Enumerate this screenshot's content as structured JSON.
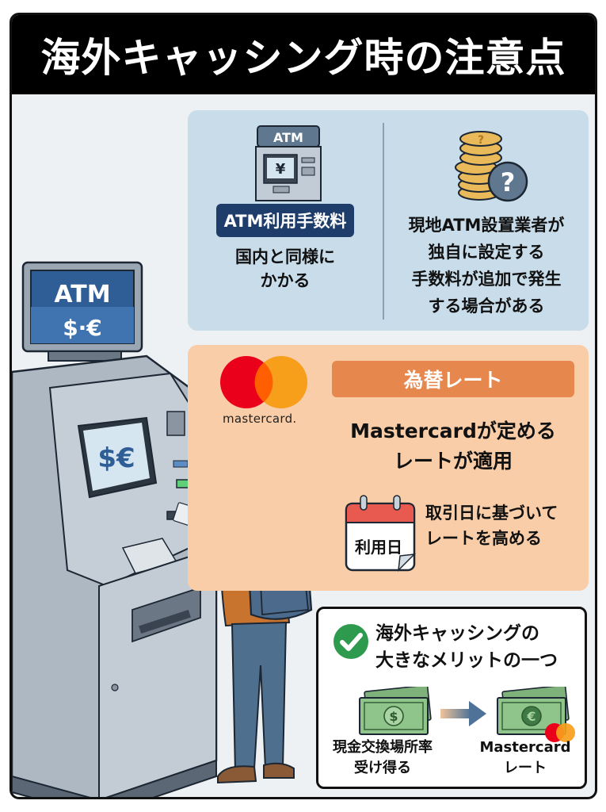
{
  "title": "海外キャッシング時の注意点",
  "colors": {
    "title_bg": "#000000",
    "fee_panel_bg": "#c8dcea",
    "fee_badge_bg": "#1f3d6b",
    "rate_panel_bg": "#f8cda8",
    "rate_header_bg": "#e6884e",
    "mastercard_red": "#eb001b",
    "mastercard_orange": "#f79e1b",
    "check_green": "#2e9a4e"
  },
  "scene": {
    "atm_sign": {
      "line1": "ATM",
      "line2": "$·€"
    },
    "atm_screen": "$€"
  },
  "fee_section": {
    "left": {
      "icon_label": "ATM",
      "icon_symbol": "¥",
      "badge": "ATM利用手数料",
      "desc_lines": [
        "国内と同様に",
        "かかる"
      ]
    },
    "right": {
      "icon": "coins-question-icon",
      "desc_lines": [
        "現地ATM設置業者が",
        "独自に設定する",
        "手数料が追加で発生",
        "する場合がある"
      ]
    }
  },
  "rate_section": {
    "logo_text": "mastercard.",
    "header": "為替レート",
    "main_lines": [
      "Mastercardが定める",
      "レートが適用"
    ],
    "calendar_label": "利用日",
    "sub_lines": [
      "取引日に基づいて",
      "レートを高める"
    ]
  },
  "merit_section": {
    "title_lines": [
      "海外キャッシングの",
      "大きなメリットの一つ"
    ],
    "left_label_lines": [
      "現金交換場所率",
      "受け得る"
    ],
    "right_label_lines": [
      "Mastercard",
      "レート"
    ],
    "left_currency": "$",
    "right_currency": "€"
  }
}
